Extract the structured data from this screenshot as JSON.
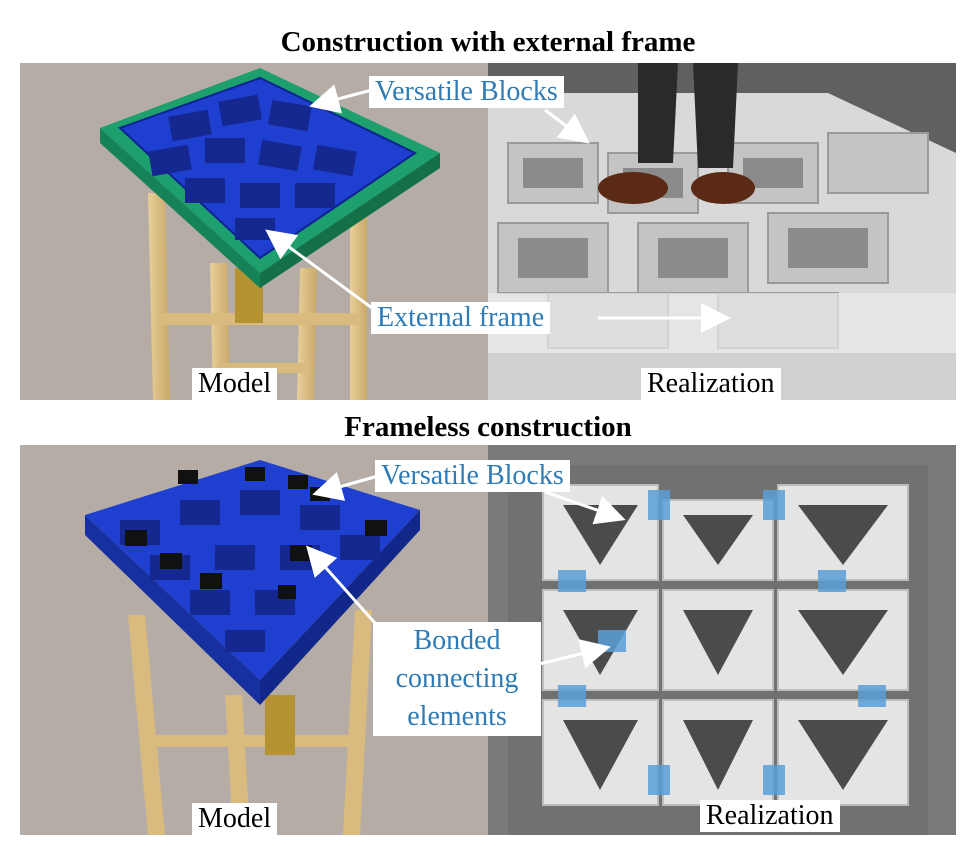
{
  "top": {
    "title": "Construction with external frame",
    "label_blocks": "Versatile Blocks",
    "label_frame": "External frame",
    "label_model": "Model",
    "label_realization": "Realization"
  },
  "bottom": {
    "title": "Frameless construction",
    "label_blocks": "Versatile Blocks",
    "label_bonded_1": "Bonded",
    "label_bonded_2": "connecting",
    "label_bonded_3": "elements",
    "label_model": "Model",
    "label_realization": "Realization"
  },
  "colors": {
    "frame_green": "#1e9f6e",
    "block_blue": "#1f3fd0",
    "label_blue": "#2e7bb6",
    "tape_blue": "#5a9fd8"
  }
}
